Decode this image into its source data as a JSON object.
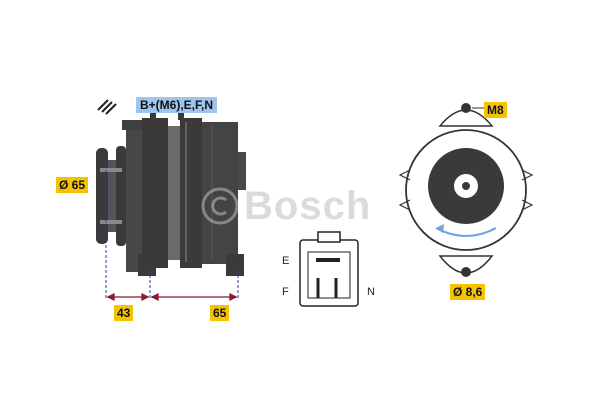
{
  "labels": {
    "connector": "B+(M6),E,F,N",
    "pulley_diameter": "Ø 65",
    "dim_left": "43",
    "dim_right": "65",
    "mount_thread": "M8",
    "hole_diameter": "Ø 8,6"
  },
  "plug_pins": {
    "e": "E",
    "f": "F",
    "n": "N"
  },
  "watermark": {
    "brand": "Bosch",
    "color": "#bfbfbf"
  },
  "colors": {
    "highlight_yellow": "#f5c400",
    "highlight_blue": "#9ec5ee",
    "dimension_line": "#8b1a2b",
    "body_dark": "#3a3a3a",
    "rotation_arrow": "#6aa6dd"
  },
  "icons": {
    "direction_mark": "double-slash-icon",
    "rotation": "rotation-arrow-icon"
  }
}
